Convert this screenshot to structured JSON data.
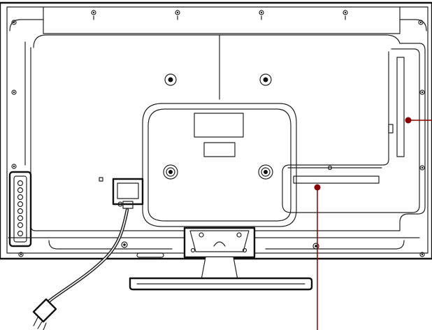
{
  "diagram": {
    "type": "tv-rear-panel-line-drawing",
    "callouts": [
      {
        "name": "side-slot",
        "color": "#8b0000"
      },
      {
        "name": "bottom-slot",
        "color": "#8b0000"
      }
    ],
    "colors": {
      "line": "#222222",
      "callout": "#8b0000",
      "background": "#ffffff"
    }
  }
}
